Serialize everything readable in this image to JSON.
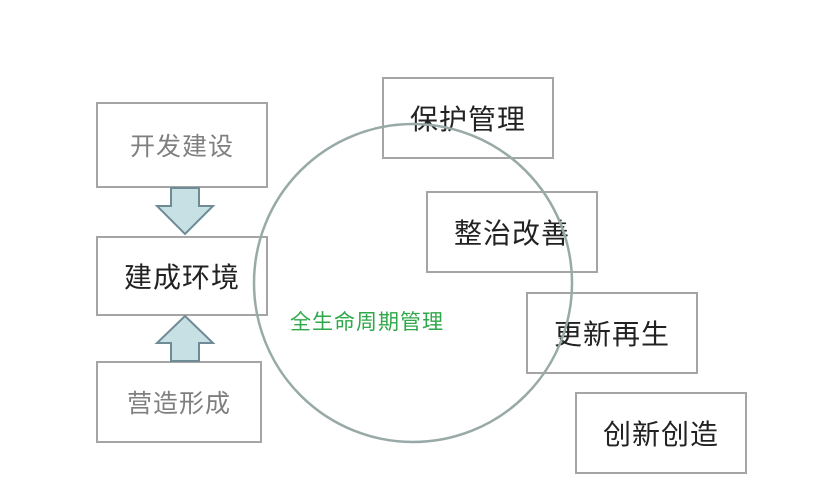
{
  "left_flow": {
    "top_box": "开发建设",
    "middle_box": "建成环境",
    "bottom_box": "营造形成"
  },
  "center": {
    "label": "全生命周期管理"
  },
  "right_stages": [
    "保护管理",
    "整治改善",
    "更新再生",
    "创新创造"
  ],
  "colors": {
    "box_border": "#a5a5a5",
    "circle_stroke": "#98aaa7",
    "arrow_fill": "#c6e0e3",
    "arrow_stroke": "#6f8c96",
    "center_label": "#2ea84a"
  }
}
